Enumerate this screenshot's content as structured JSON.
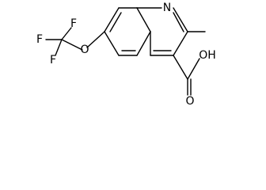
{
  "atoms": {
    "nitrogen": "N",
    "oxygen_ether": "O",
    "fluorine_top": "F",
    "fluorine_left": "F",
    "fluorine_bottom": "F",
    "carboxyl_oh": "OH",
    "carboxyl_o": "O"
  },
  "colors": {
    "ink": "#000000",
    "background": "#ffffff"
  }
}
